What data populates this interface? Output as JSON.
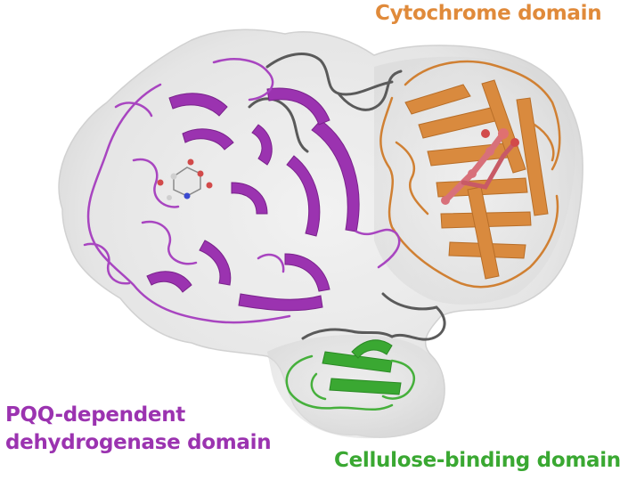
{
  "labels": {
    "cytochrome": "Cytochrome domain",
    "pqq_line1": "PQQ-dependent",
    "pqq_line2": "dehydrogenase domain",
    "cellulose": "Cellulose-binding domain"
  },
  "colors": {
    "cytochrome": "#e08a3a",
    "pqq": "#9b33b0",
    "cellulose": "#3aa832",
    "linker": "#5a5a5a",
    "surface": "#e6e6e6",
    "ligand": "#d8707a"
  },
  "figure": {
    "subject": "protein structure cartoon with translucent molecular surface"
  }
}
